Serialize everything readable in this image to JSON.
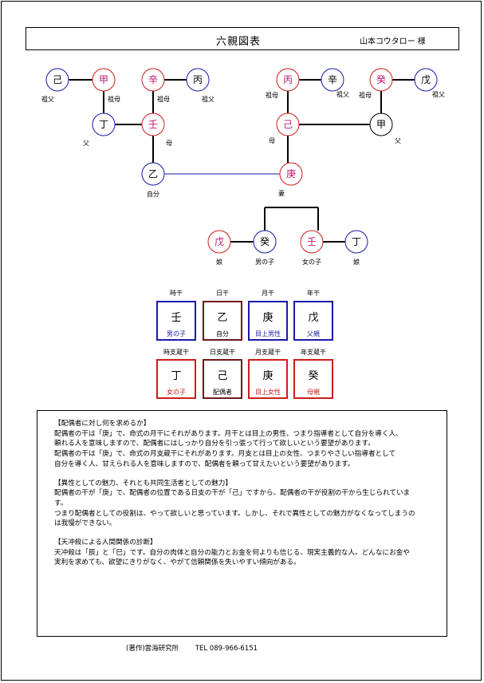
{
  "header": {
    "title": "六親図表",
    "client_name": "山本コウタロー 様"
  },
  "colors": {
    "blue": "#1a1aa8",
    "red": "#cc1d1d",
    "maroon": "#6b1a1a",
    "black": "#000000",
    "magenta": "#c0186e"
  },
  "family_tree": {
    "nodes": [
      {
        "id": "pgf",
        "char": "己",
        "label": "祖父"
      },
      {
        "id": "pgm",
        "char": "甲",
        "label": "祖母"
      },
      {
        "id": "mgm",
        "char": "辛",
        "label": "祖母"
      },
      {
        "id": "mgf",
        "char": "丙",
        "label": "祖父"
      },
      {
        "id": "f",
        "char": "丁",
        "label": "父"
      },
      {
        "id": "m",
        "char": "壬",
        "label": "母"
      },
      {
        "id": "self",
        "char": "乙",
        "label": "自分"
      },
      {
        "id": "wgm1",
        "char": "丙",
        "label": "祖母"
      },
      {
        "id": "wgf1",
        "char": "辛",
        "label": "祖父"
      },
      {
        "id": "wgm2",
        "char": "癸",
        "label": "祖母"
      },
      {
        "id": "wgf2",
        "char": "戊",
        "label": "祖父"
      },
      {
        "id": "wm",
        "char": "己",
        "label": "母"
      },
      {
        "id": "wf",
        "char": "甲",
        "label": "父"
      },
      {
        "id": "wife",
        "char": "庚",
        "label": "妻"
      },
      {
        "id": "c1",
        "char": "戊",
        "label": "娘"
      },
      {
        "id": "c2",
        "char": "癸",
        "label": "男の子"
      },
      {
        "id": "c3",
        "char": "壬",
        "label": "女の子"
      },
      {
        "id": "c4",
        "char": "丁",
        "label": "娘"
      }
    ]
  },
  "pillars": {
    "stems": [
      {
        "head": "時干",
        "char": "壬",
        "label": "男の子"
      },
      {
        "head": "日干",
        "char": "乙",
        "label": "自分"
      },
      {
        "head": "月干",
        "char": "庚",
        "label": "目上男性"
      },
      {
        "head": "年干",
        "char": "戊",
        "label": "父親"
      }
    ],
    "branches": [
      {
        "head": "時支蔵干",
        "char": "丁",
        "label": "女の子"
      },
      {
        "head": "日支蔵干",
        "char": "己",
        "label": "配偶者"
      },
      {
        "head": "月支蔵干",
        "char": "庚",
        "label": "目上女性"
      },
      {
        "head": "年支蔵干",
        "char": "癸",
        "label": "母親"
      }
    ]
  },
  "sections": [
    {
      "lines": [
        "【配偶者に対し何を求めるか】",
        "配偶者の干は「庚」で、命式の月干にそれがあります。月干とは目上の男性、つまり指導者として自分を導く人、",
        "頼れる人を意味しますので、配偶者にはしっかり自分を引っ張って行って欲しいという要望があります。",
        "配偶者の干は「庚」で、命式の月支蔵干にそれがあります。月支とは目上の女性、つまりやさしい指導者として",
        "自分を導く人、甘えられる人を意味しますので、配偶者を頼って甘えたいという要望があります。"
      ]
    },
    {
      "lines": [
        "【異性としての魅力、それとも共同生活者としての魅力】",
        "配偶者の干が「庚」で、配偶者の位置である日支の干が「己」ですから、配偶者の干が役割の干から生じられていま",
        "す。",
        "つまり配偶者としての役割は、やって欲しいと思っています。しかし、それで異性としての魅力がなくなってしまうの",
        "は我慢ができない。"
      ]
    },
    {
      "lines": [
        "【天冲殺による人間関係の診断】",
        "天冲殺は「辰」と「巳」です。自分の肉体と自分の能力とお金を何よりも信じる、現実主義的な人。どんなにお金や",
        "実利を求めても、欲望にきりがなく、やがて信頼関係を失いやすい傾向がある。"
      ]
    }
  ],
  "footer": {
    "copyright": "(著作)雲海研究所",
    "tel": "TEL 089-966-6151"
  }
}
